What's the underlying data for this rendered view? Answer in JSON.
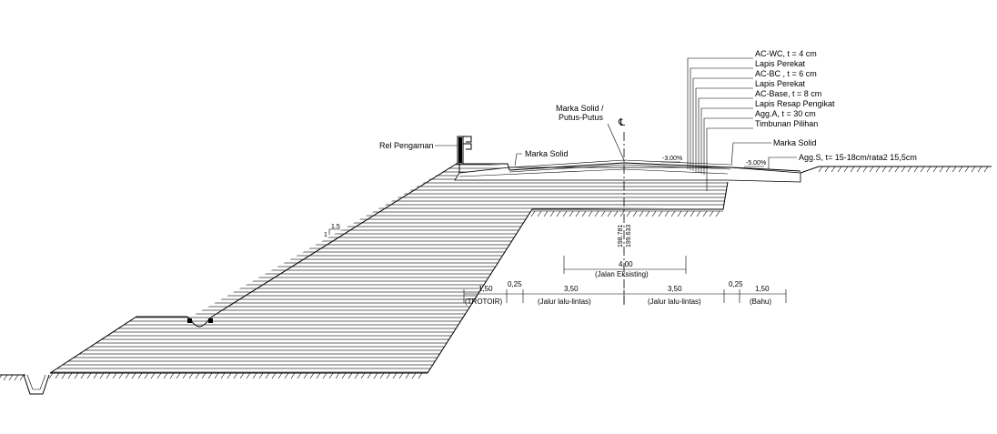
{
  "layers": [
    "AC-WC, t = 4 cm",
    "Lapis Perekat",
    "AC-BC , t = 6 cm",
    "Lapis Perekat",
    "AC-Base, t = 8 cm",
    "Lapis Resap Pengikat",
    "Agg.A, t = 30 cm",
    "Timbunan Pilihan"
  ],
  "labels": {
    "rel_pengaman": "Rel Pengaman",
    "marka_solid_left": "Marka Solid",
    "marka_center_1": "Marka Solid /",
    "marka_center_2": "Putus-Putus",
    "marka_solid_right": "Marka Solid",
    "agg_s": "Agg.S, t= 15-18cm/rata2 15,5cm",
    "slope_left_pct": "-3.00%",
    "slope_right_pct": "-5.00%",
    "elev_1": "198.781",
    "elev_2": "199.633",
    "slope_v": "1",
    "slope_h": "1.5"
  },
  "dimensions": {
    "existing": {
      "value": "4,00",
      "label": "(Jalan Eksisting)"
    },
    "trotoir": {
      "value": "1,50",
      "label": "(TROTOIR)"
    },
    "gap_left": {
      "value": "0,25"
    },
    "lane_left": {
      "value": "3,50",
      "label": "(Jalur lalu-lintas)"
    },
    "lane_right": {
      "value": "3,50",
      "label": "(Jalur lalu-lintas)"
    },
    "gap_right": {
      "value": "0,25"
    },
    "bahu": {
      "value": "1,50",
      "label": "(Bahu)"
    }
  }
}
